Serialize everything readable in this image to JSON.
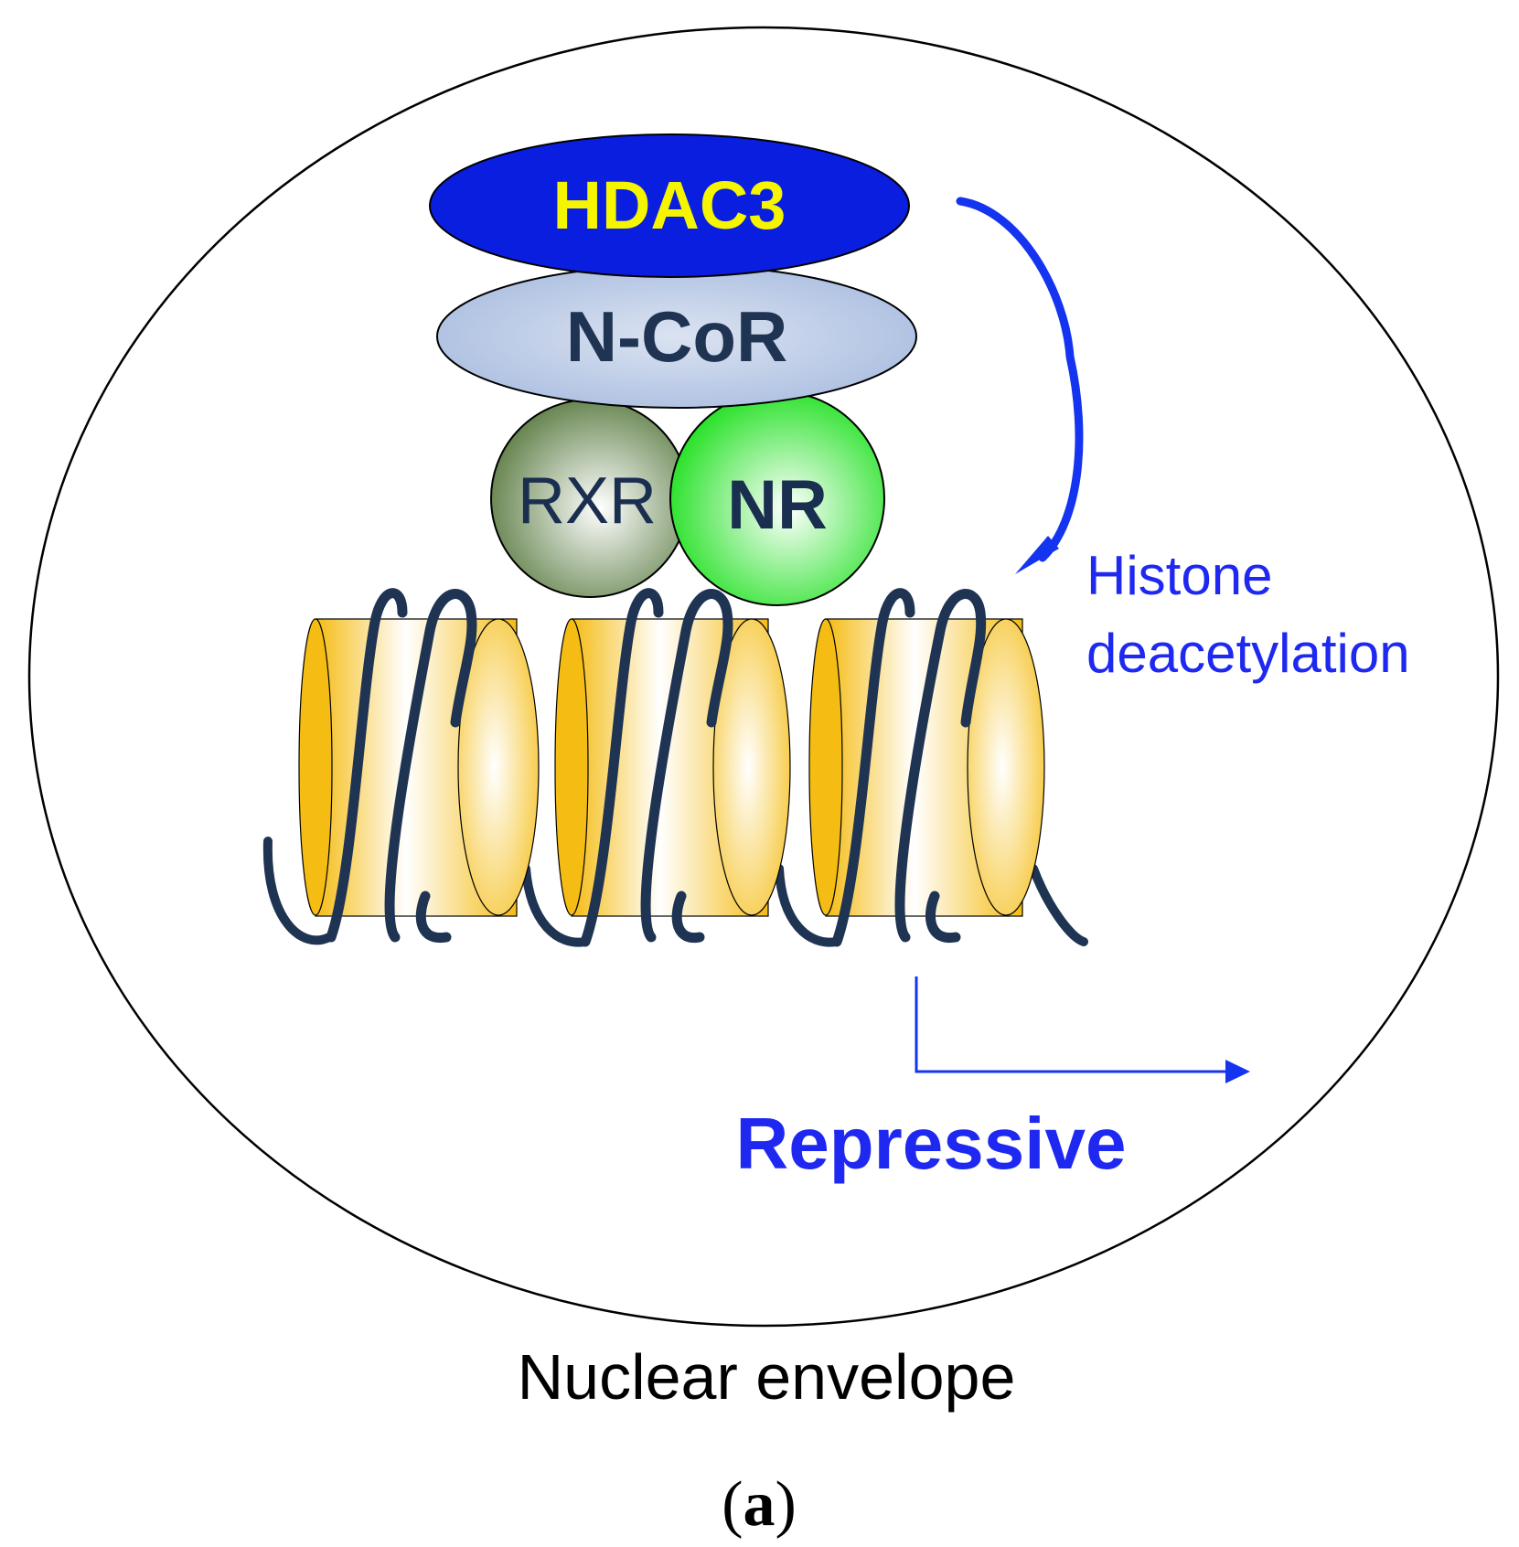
{
  "labels": {
    "hdac3": "HDAC3",
    "ncor": "N-CoR",
    "rxr": "RXR",
    "nr": "NR",
    "histone_line1": "Histone",
    "histone_line2": "deacetylation",
    "repressive": "Repressive",
    "nuclear_envelope": "Nuclear envelope",
    "panel_open": "(",
    "panel_letter": "a",
    "panel_close": ")"
  },
  "colors": {
    "hdac3_fill": "#0a1ee0",
    "hdac3_text": "#f5f500",
    "ncor_fill": "#b4c6e7",
    "ncor_text": "#1f3352",
    "rxr_fill": "#5e7e46",
    "nr_fill": "#22e022",
    "protein_text": "#1a2e50",
    "nucleosome_fill": "#f5c020",
    "dna_strand": "#1f3352",
    "arrow_blue": "#1434f0",
    "text_blue": "#1e28f0",
    "text_black": "#000000"
  }
}
